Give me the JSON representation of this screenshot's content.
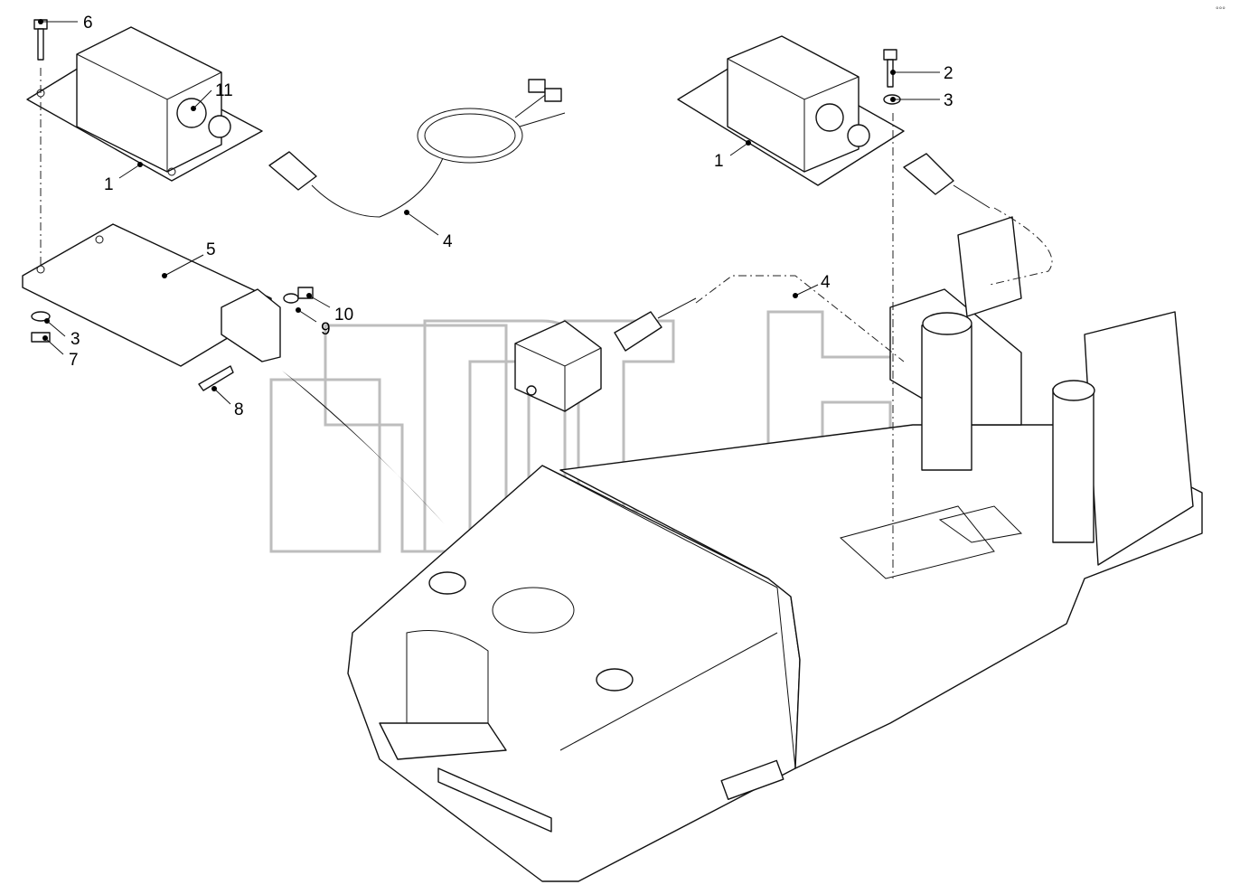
{
  "diagram": {
    "callouts": [
      "6",
      "11",
      "1",
      "4",
      "5",
      "10",
      "9",
      "3",
      "7",
      "8",
      "2",
      "3",
      "1",
      "4"
    ],
    "watermark_tm": "TM",
    "corner_mark": "°°°"
  }
}
